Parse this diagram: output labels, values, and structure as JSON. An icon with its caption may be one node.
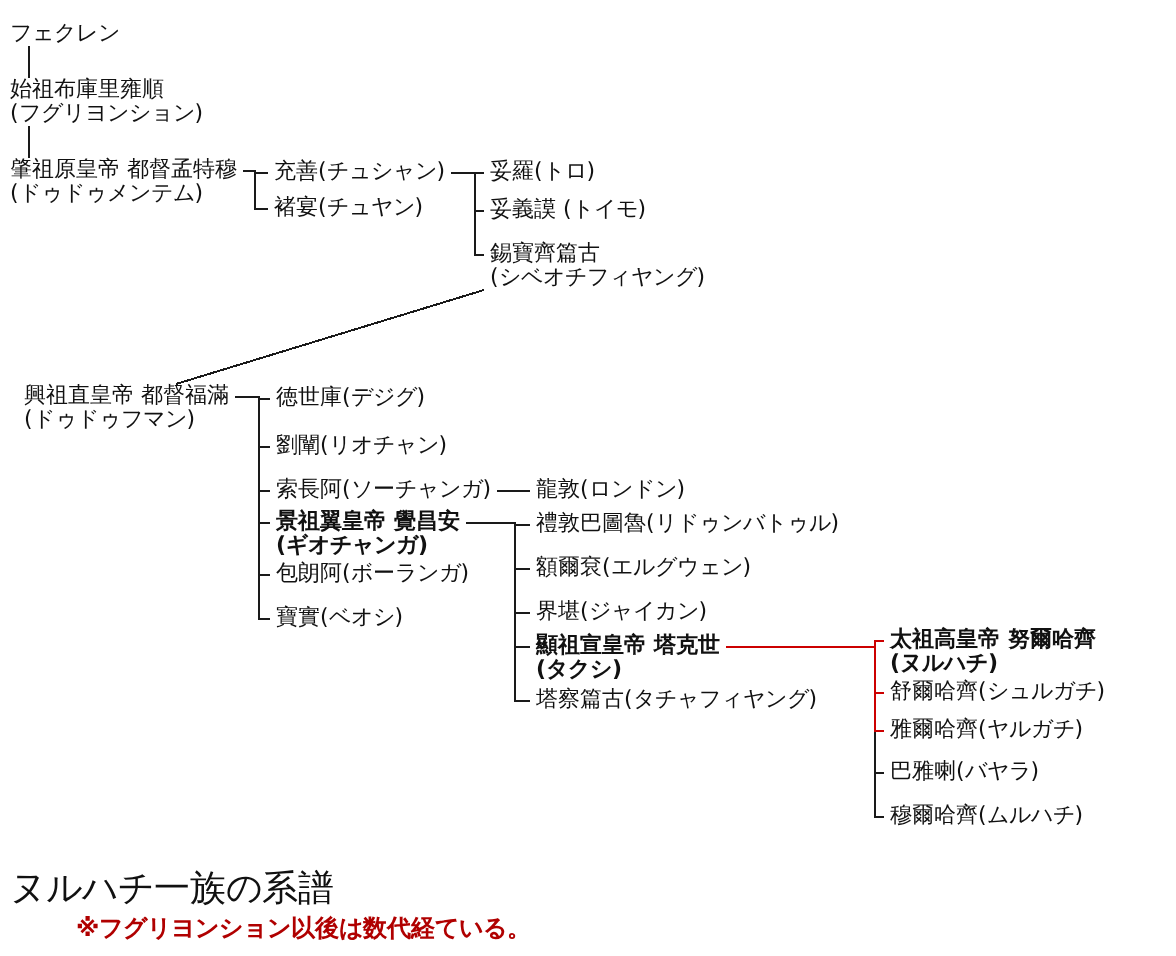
{
  "diagram": {
    "title": "ヌルハチ一族の系譜",
    "caption": "※フグリヨンション以後は数代経ている。",
    "nodes": [
      {
        "text": [
          "フェクレン"
        ]
      },
      {
        "text": [
          "始祖布庫里雍順",
          "(フグリヨンション)"
        ]
      },
      {
        "text": [
          "肇祖原皇帝 都督孟特穆",
          "(ドゥドゥメンテム)"
        ]
      },
      {
        "text": [
          "充善(チュシャン)"
        ]
      },
      {
        "text": [
          "褚宴(チュヤン)"
        ]
      },
      {
        "text": [
          "妥羅(トロ)"
        ]
      },
      {
        "text": [
          "妥義謨 (トイモ)"
        ]
      },
      {
        "text": [
          "錫寶齊篇古",
          "(シベオチフィヤング)"
        ]
      },
      {
        "text": [
          "興祖直皇帝 都督福滿",
          "(ドゥドゥフマン)"
        ]
      },
      {
        "text": [
          "徳世庫(デジグ)"
        ]
      },
      {
        "text": [
          "劉闡(リオチャン)"
        ]
      },
      {
        "text": [
          "索長阿(ソーチャンガ)"
        ]
      },
      {
        "text": [
          "龍敦(ロンドン)"
        ]
      },
      {
        "text": [
          "景祖翼皇帝 覺昌安",
          "(ギオチャンガ)"
        ]
      },
      {
        "text": [
          "包朗阿(ボーランガ)"
        ]
      },
      {
        "text": [
          "寶實(ベオシ)"
        ]
      },
      {
        "text": [
          "禮敦巴圖魯(リドゥンバトゥル)"
        ]
      },
      {
        "text": [
          "額爾袞(エルグウェン)"
        ]
      },
      {
        "text": [
          "界堪(ジャイカン)"
        ]
      },
      {
        "text": [
          "顯祖宣皇帝 塔克世",
          "(タクシ)"
        ]
      },
      {
        "text": [
          "塔察篇古(タチャフィヤング)"
        ]
      },
      {
        "text": [
          "太祖高皇帝 努爾哈齊",
          "(ヌルハチ)"
        ]
      },
      {
        "text": [
          "舒爾哈齊(シュルガチ)"
        ]
      },
      {
        "text": [
          "雅爾哈齊(ヤルガチ)"
        ]
      },
      {
        "text": [
          "巴雅喇(バヤラ)"
        ]
      },
      {
        "text": [
          "穆爾哈齊(ムルハチ)"
        ]
      }
    ],
    "edges": [
      {
        "from": 0,
        "to": 1,
        "arrow": "none"
      },
      {
        "from": 1,
        "to": 2,
        "arrow": "none"
      },
      {
        "from": 2,
        "to": 3,
        "arrow": "none"
      },
      {
        "from": 2,
        "to": 4,
        "arrow": "none"
      },
      {
        "from": 3,
        "to": 5,
        "arrow": "none"
      },
      {
        "from": 3,
        "to": 6,
        "arrow": "none"
      },
      {
        "from": 3,
        "to": 7,
        "arrow": "none"
      },
      {
        "from": 7,
        "to": 8,
        "arrow": "none"
      },
      {
        "from": 8,
        "to": 9,
        "arrow": "none"
      },
      {
        "from": 8,
        "to": 10,
        "arrow": "none"
      },
      {
        "from": 8,
        "to": 11,
        "arrow": "none"
      },
      {
        "from": 8,
        "to": 13,
        "arrow": "none"
      },
      {
        "from": 8,
        "to": 14,
        "arrow": "none"
      },
      {
        "from": 8,
        "to": 15,
        "arrow": "none"
      },
      {
        "from": 11,
        "to": 12,
        "arrow": "none"
      },
      {
        "from": 13,
        "to": 16,
        "arrow": "none"
      },
      {
        "from": 13,
        "to": 17,
        "arrow": "none"
      },
      {
        "from": 13,
        "to": 18,
        "arrow": "none"
      },
      {
        "from": 13,
        "to": 19,
        "arrow": "none"
      },
      {
        "from": 13,
        "to": 20,
        "arrow": "none"
      },
      {
        "from": 19,
        "to": 21,
        "arrow": "none",
        "color": "#cc0000"
      },
      {
        "from": 19,
        "to": 22,
        "arrow": "none",
        "color": "#cc0000"
      },
      {
        "from": 19,
        "to": 23,
        "arrow": "none",
        "color": "#cc0000"
      },
      {
        "from": 19,
        "to": 24,
        "arrow": "none"
      },
      {
        "from": 19,
        "to": 25,
        "arrow": "none"
      }
    ]
  }
}
